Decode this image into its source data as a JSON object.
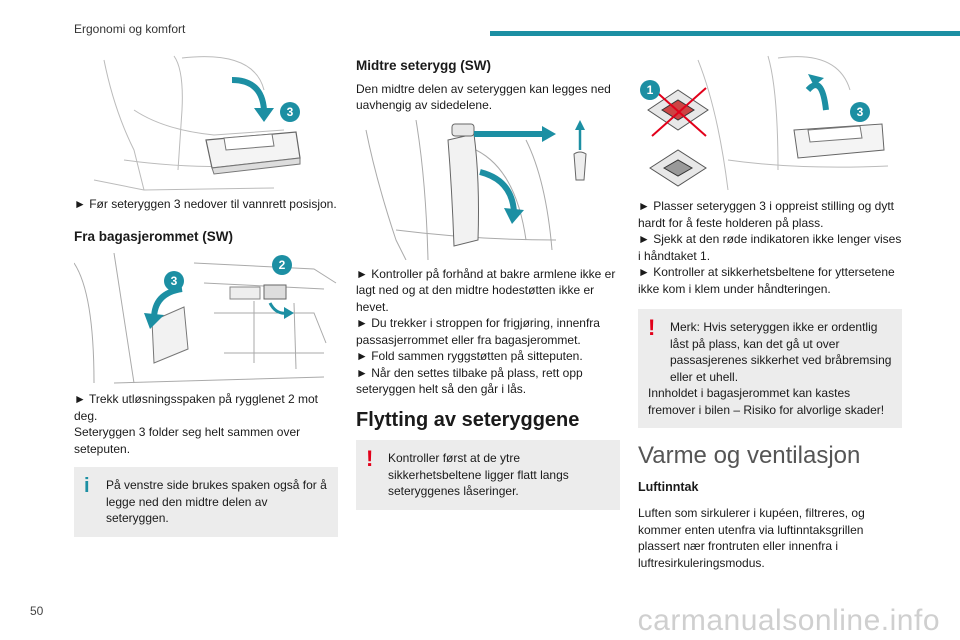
{
  "header": {
    "section_title": "Ergonomi og komfort"
  },
  "page_number": "50",
  "footer": {
    "watermark": "carmanualsonline.info"
  },
  "col1": {
    "fig1_callout": "3",
    "step1": "► Før seteryggen 3 nedover til vannrett posisjon.",
    "heading_trunk": "Fra bagasjerommet (SW)",
    "fig2_callout_a": "3",
    "fig2_callout_b": "2",
    "step2a": "► Trekk utløsningsspaken på rygglenet 2 mot deg.",
    "step2b": "Seteryggen 3 folder seg helt sammen over seteputen.",
    "info_text": "På venstre side brukes spaken også for å legge ned den midtre delen av seteryggen."
  },
  "col2": {
    "heading_middle": "Midtre seterygg (SW)",
    "intro": "Den midtre delen av seteryggen kan legges ned uavhengig av sidedelene.",
    "bullets": [
      "► Kontroller på forhånd at bakre armlene ikke er lagt ned og at den midtre hodestøtten ikke er hevet.",
      "► Du trekker i stroppen for frigjøring, innenfra passasjerrommet eller fra bagasjerommet.",
      "► Fold sammen ryggstøtten på sitteputen.",
      "► Når den settes tilbake på plass, rett opp seteryggen helt så den går i lås."
    ],
    "heading_moving": "Flytting av seteryggene",
    "warn_text": "Kontroller først at de ytre sikkerhetsbeltene ligger flatt langs seteryggenes låseringer."
  },
  "col3": {
    "fig_callout_1": "1",
    "fig_callout_3": "3",
    "bullets": [
      "► Plasser seteryggen 3 i oppreist stilling og dytt hardt for å feste holderen på plass.",
      "► Sjekk at den røde indikatoren ikke lenger vises i håndtaket 1.",
      "► Kontroller at sikkerhetsbeltene for yttersetene ikke kom i klem under håndteringen."
    ],
    "warn_line1": "Merk: Hvis seteryggen ikke er ordentlig låst på plass, kan det gå ut over passasjerenes sikkerhet ved bråbremsing eller et uhell.",
    "warn_line2": "Innholdet i bagasjerommet kan kastes fremover i bilen – Risiko for alvorlige skader!",
    "heading_heat": "Varme og ventilasjon",
    "heading_air": "Luftinntak",
    "air_text": "Luften som sirkulerer i kupéen, filtreres, og kommer enten utenfra via luftinntaksgrillen plassert nær frontruten eller innenfra i luftresirkuleringsmodus."
  },
  "colors": {
    "accent": "#1c8fa3",
    "warning": "#e2001a",
    "box_bg": "#ececec"
  }
}
